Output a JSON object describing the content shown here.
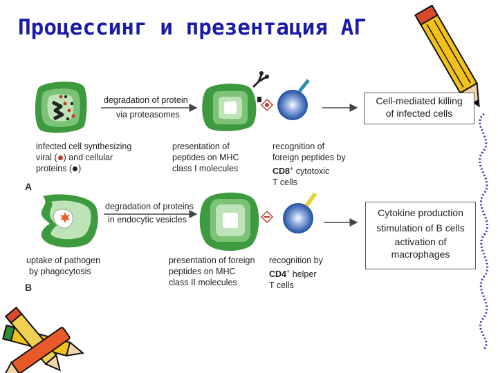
{
  "title": "Процессинг и презентация АГ",
  "panel_a": {
    "letter": "A",
    "arrow1_line1": "degradation of protein",
    "arrow1_line2": "via proteasomes",
    "cap_infected_1": "infected cell synthesizing",
    "cap_infected_2a": "viral (",
    "cap_infected_2b": ") and cellular",
    "cap_infected_3a": "proteins (",
    "cap_infected_3b": ")",
    "cap_present_1": "presentation of",
    "cap_present_2": "peptides on MHC",
    "cap_present_3": "class I molecules",
    "cap_recog_1": "recognition of",
    "cap_recog_2": "foreign peptides by",
    "cap_recog_3a": "CD8",
    "cap_recog_3sup": "+",
    "cap_recog_3b": " cytotoxic",
    "cap_recog_4": "T cells",
    "result_1": "Cell-mediated killing",
    "result_2": "of infected cells"
  },
  "panel_b": {
    "letter": "B",
    "arrow1_line1": "degradation of proteins",
    "arrow1_line2": "in endocytic vesicles",
    "cap_uptake_1": "uptake of pathogen",
    "cap_uptake_2": "by phagocytosis",
    "cap_present_1": "presentation of foreign",
    "cap_present_2": "peptides on MHC",
    "cap_present_3": "class II molecules",
    "cap_recog_1": "recognition by",
    "cap_recog_2a": "CD4",
    "cap_recog_2sup": "+",
    "cap_recog_2b": " helper",
    "cap_recog_3": "T cells",
    "result_1": "Cytokine production",
    "result_2": "stimulation of B cells",
    "result_3": "activation of",
    "result_4": "macrophages"
  },
  "colors": {
    "title": "#1a1aa8",
    "cell_green_dark": "#3e9a3e",
    "cell_green_light": "#bfe3b8",
    "tcell_blue": "#1e4fa0",
    "tcr_teal": "#2a8fa8",
    "tcr_yellow": "#e8d23a",
    "viral_protein": "#c0392b",
    "cellular_protein": "#222222"
  },
  "decorations": {
    "pencil_icons": [
      "pencil-icon-top-right",
      "pencils-icon-bottom-left"
    ],
    "border": "blue-wavy-border-right"
  }
}
